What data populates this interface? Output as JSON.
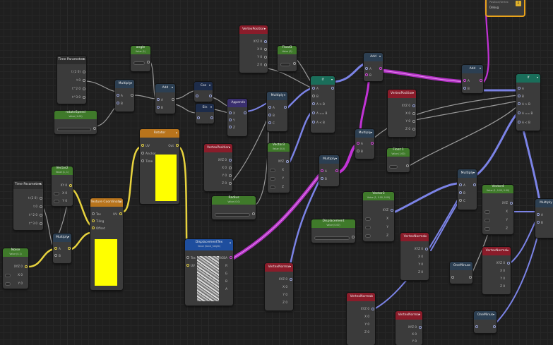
{
  "nodes": {
    "time1": {
      "title": "Time Parameters",
      "rows": [
        "t (2 0)",
        "t 0",
        "t^2 0",
        "t^3 0"
      ]
    },
    "time2": {
      "title": "Time Parameters",
      "rows": [
        "t (2 0)",
        "t 0",
        "t^2 0",
        "t^3 0"
      ]
    },
    "angle": {
      "title": "angle",
      "sub": "Value (1)"
    },
    "rotateSpeed": {
      "title": "rotateSpeed",
      "sub": "Value (1.00)"
    },
    "multiply1": {
      "title": "Multiply",
      "rows": [
        "A",
        "B"
      ]
    },
    "add1": {
      "title": "Add",
      "rows": [
        "A",
        "B"
      ]
    },
    "cos": {
      "title": "Cos"
    },
    "sin": {
      "title": "Sin"
    },
    "append": {
      "title": "Append",
      "rows": [
        "X",
        "Y",
        "Z"
      ]
    },
    "vertexPosition1": {
      "title": "VertexPosition",
      "rows": [
        "XYZ 0",
        "X 0",
        "Y 0",
        "Z 0"
      ]
    },
    "float3": {
      "title": "Float3",
      "sub": "Value (0)"
    },
    "multiply2": {
      "title": "Multiply",
      "rows": [
        "A",
        "B",
        "C"
      ]
    },
    "if1": {
      "title": "If",
      "rows": [
        "A",
        "B",
        "A > B",
        "A == B",
        "A < B"
      ]
    },
    "add2": {
      "title": "Add",
      "rows": [
        "A",
        "B"
      ]
    },
    "vertexPosition2": {
      "title": "VertexPosition",
      "rows": [
        "XYZ 0",
        "X 0",
        "Y 0",
        "Z 0"
      ]
    },
    "multiply3": {
      "title": "Multiply",
      "rows": [
        "A",
        "B"
      ]
    },
    "float1": {
      "title": "Float 1",
      "sub": "Value (1.00)"
    },
    "add3": {
      "title": "Add",
      "rows": [
        "A",
        "B"
      ]
    },
    "if2": {
      "title": "If",
      "rows": [
        "A",
        "B",
        "A > B",
        "A == B",
        "A < B"
      ]
    },
    "vector2": {
      "title": "Vector2",
      "sub": "Value (1, 1)",
      "rows": [
        "XY 0",
        "X 0",
        "Y 0"
      ]
    },
    "rotator": {
      "title": "Rotator",
      "rows": [
        "UV",
        "Anchor",
        "Time"
      ],
      "out": "Out"
    },
    "texcoords": {
      "title": "Texture Coordinates",
      "rows": [
        "Tex",
        "Tiling",
        "Offset"
      ],
      "out": "UV"
    },
    "noise": {
      "title": "Noise",
      "sub": "Value (0.1)",
      "rows": [
        "XYZ 0",
        "X 0",
        "Y 0"
      ]
    },
    "multiply4": {
      "title": "Multiply",
      "rows": [
        "A",
        "B"
      ]
    },
    "vertexPosition3": {
      "title": "VertexPosition",
      "rows": [
        "XYZ 0",
        "X 0",
        "Y 0",
        "Z 0"
      ]
    },
    "vector3a": {
      "title": "Vector3",
      "sub": "Value (0.0)",
      "rows": [
        "XYZ",
        "X",
        "Y",
        "Z"
      ]
    },
    "multiply5": {
      "title": "Multiply",
      "rows": [
        "A",
        "B"
      ]
    },
    "radius": {
      "title": "Radius",
      "sub": "Value (0.0)"
    },
    "displacementTex": {
      "title": "DisplacementTex",
      "sub": "Value (Sand_height)",
      "rows": [
        "Tex",
        "UV"
      ],
      "outs": [
        "RGBA",
        "R",
        "G",
        "B",
        "A"
      ]
    },
    "displacement": {
      "title": "Displacement",
      "sub": "Value (0.00)"
    },
    "vector3b": {
      "title": "Vector3",
      "sub": "Value (1, 0.00, 0.00)",
      "rows": [
        "XYZ",
        "X",
        "Y",
        "Z"
      ]
    },
    "multiply6": {
      "title": "Multiply",
      "rows": [
        "A",
        "B",
        "C"
      ]
    },
    "vector4": {
      "title": "Vector4",
      "sub": "Value (1, 0.00, 0.00)",
      "rows": [
        "XYZ",
        "X",
        "Y",
        "Z"
      ]
    },
    "vertexNormal1": {
      "title": "VertexNormal",
      "rows": [
        "XYZ 0",
        "X 0",
        "Y 0",
        "Z 0"
      ]
    },
    "vertexNormal2": {
      "title": "VertexNormal",
      "rows": [
        "XYZ 0",
        "X 0",
        "Y 0",
        "Z 0"
      ]
    },
    "vertexNormal3": {
      "title": "VertexNormal",
      "rows": [
        "XYZ 0",
        "X 0",
        "Y 0",
        "Z 0"
      ]
    },
    "vertexNormal4": {
      "title": "VertexNormal",
      "rows": [
        "XYZ 0",
        "X 0",
        "Y 0",
        "Z 0"
      ]
    },
    "vertexNormal5": {
      "title": "VertexNormal",
      "rows": [
        "XYZ 0",
        "X 0",
        "Y 0"
      ]
    },
    "oneMinus1": {
      "title": "OneMinus"
    },
    "oneMinus2": {
      "title": "OneMinus"
    },
    "multiply7": {
      "title": "Multiply",
      "rows": [
        "A",
        "B"
      ]
    }
  },
  "debug": {
    "label": "Debug",
    "sublabel": "Position/Vertex"
  },
  "colors": {
    "wire_blue": "#7b83e6",
    "wire_magenta": "#c233d6",
    "wire_yellow": "#e8d33e",
    "wire_grey": "#9a9a9a",
    "accent_orange": "#e8a21b"
  }
}
